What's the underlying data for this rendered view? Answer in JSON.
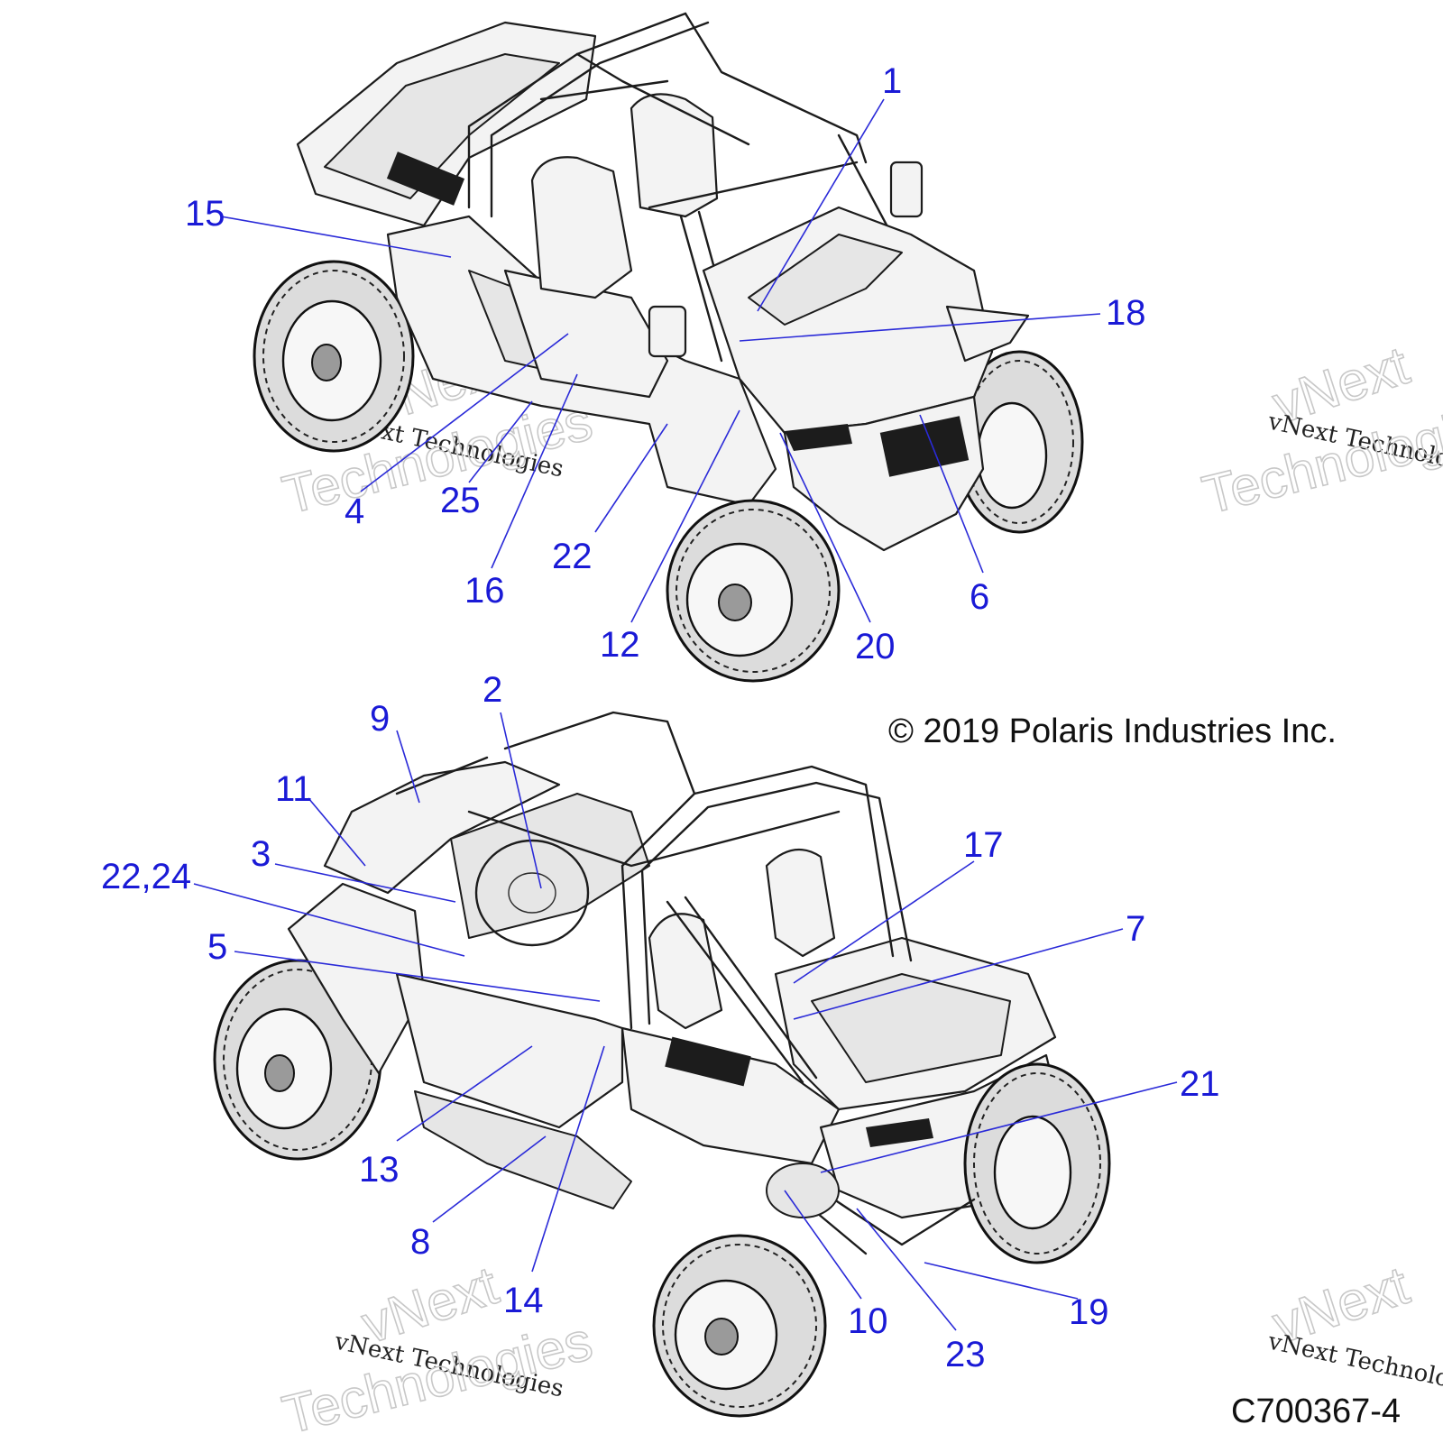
{
  "copyright": "© 2019 Polaris Industries Inc.",
  "figure_id": "C700367-4",
  "watermark": {
    "line1": "vNext",
    "line2": "vNext Technologies",
    "line3": "Technologies"
  },
  "callouts_top": {
    "c1": "1",
    "c15": "15",
    "c18": "18",
    "c4": "4",
    "c25": "25",
    "c16": "16",
    "c22": "22",
    "c12": "12",
    "c20": "20",
    "c6": "6"
  },
  "callouts_bottom": {
    "c2": "2",
    "c9": "9",
    "c11": "11",
    "c3": "3",
    "c2224": "22,24",
    "c5": "5",
    "c17": "17",
    "c7": "7",
    "c21": "21",
    "c13": "13",
    "c8": "8",
    "c14": "14",
    "c10": "10",
    "c23": "23",
    "c19": "19"
  }
}
